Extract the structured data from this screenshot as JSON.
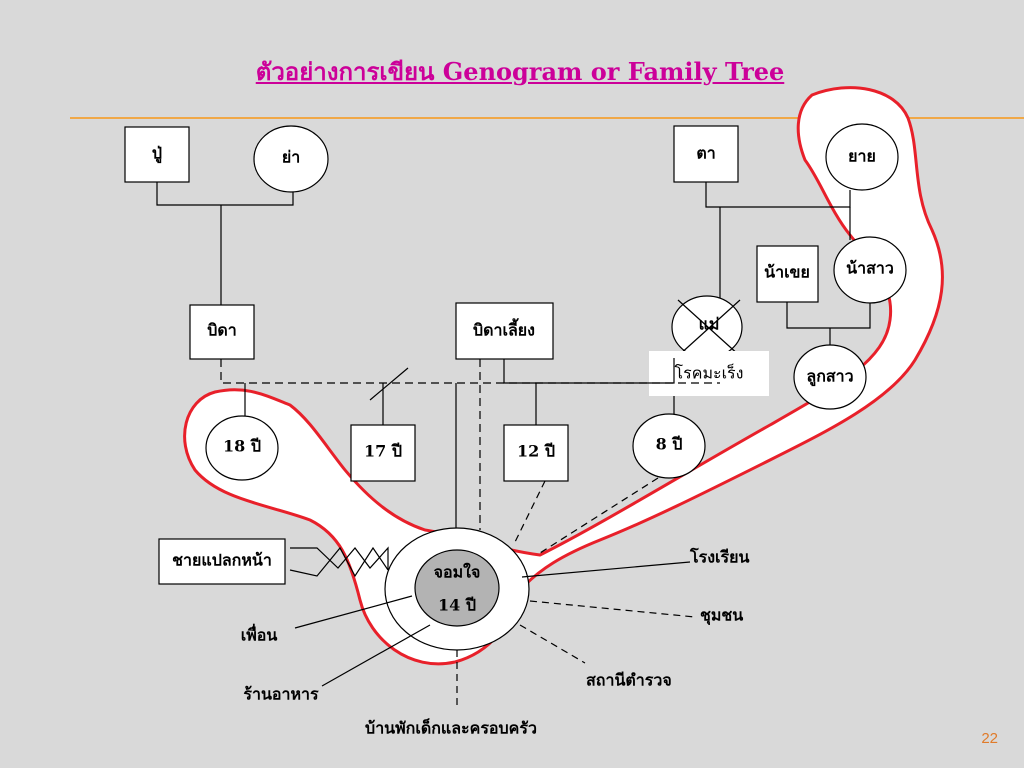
{
  "title": "ตัวอย่างการเขียน Genogram or Family Tree",
  "nodes": {
    "grandfather_paternal": "ปู่",
    "grandmother_paternal": "ย่า",
    "grandfather_maternal": "ตา",
    "grandmother_maternal": "ยาย",
    "uncle": "น้าเขย",
    "aunt": "น้าสาว",
    "father": "บิดา",
    "stepfather": "บิดาเลี้ยง",
    "mother": "แม่",
    "cause_of_death": "โรคมะเร็ง",
    "cousin": "ลูกสาว",
    "sibling_18": "18 ปี",
    "sibling_17": "17 ปี",
    "sibling_12": "12 ปี",
    "sibling_8": "8 ปี",
    "client_name": "จอมใจ",
    "client_age": "14 ปี"
  },
  "ecomap": {
    "stranger": "ชายแปลกหน้า",
    "school": "โรงเรียน",
    "community": "ชุมชน",
    "police": "สถานีตำรวจ",
    "friends": "เพื่อน",
    "restaurant": "ร้านอาหาร",
    "shelter": "บ้านพักเด็กและครอบครัว"
  },
  "colors": {
    "title": "#cc0099",
    "rule": "#f0a848",
    "highlight_outline": "#e8202a",
    "background": "#d9d9d9",
    "client_fill": "#b3b3b3",
    "page_number": "#e07b2a"
  },
  "page_number": "22"
}
